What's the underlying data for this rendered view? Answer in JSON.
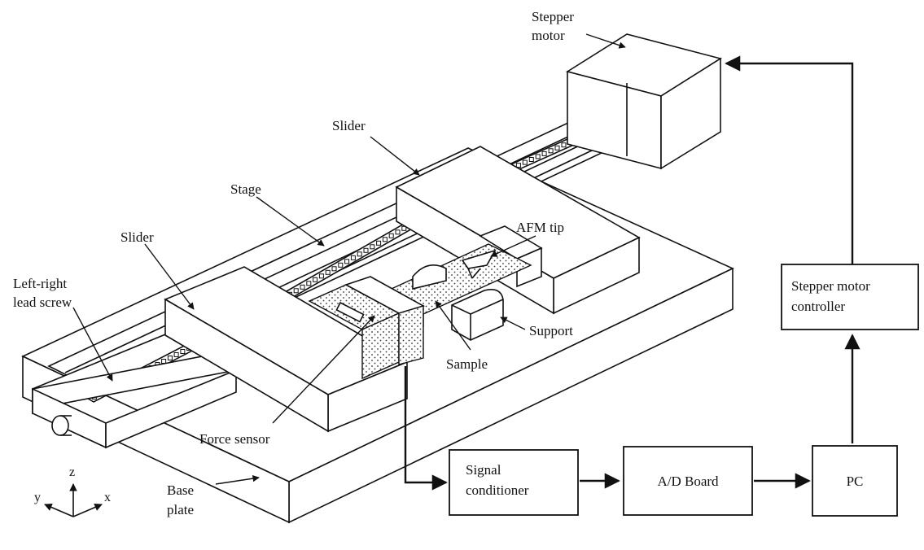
{
  "labels": {
    "stepper_motor": [
      "Stepper",
      "motor"
    ],
    "slider_right": "Slider",
    "stage": "Stage",
    "afm_tip": "AFM tip",
    "slider_left": "Slider",
    "lead_screw": [
      "Left-right",
      "lead screw"
    ],
    "support": "Support",
    "sample": "Sample",
    "force_sensor": "Force sensor",
    "base_plate": [
      "Base",
      "plate"
    ]
  },
  "blocks": {
    "stepper_controller": [
      "Stepper motor",
      "controller"
    ],
    "signal_conditioner": [
      "Signal",
      "conditioner"
    ],
    "ad_board": "A/D Board",
    "pc": "PC"
  },
  "axes": {
    "z": "z",
    "y": "y",
    "x": "x"
  },
  "icons": {
    "arrow": "arrowhead-icon"
  }
}
